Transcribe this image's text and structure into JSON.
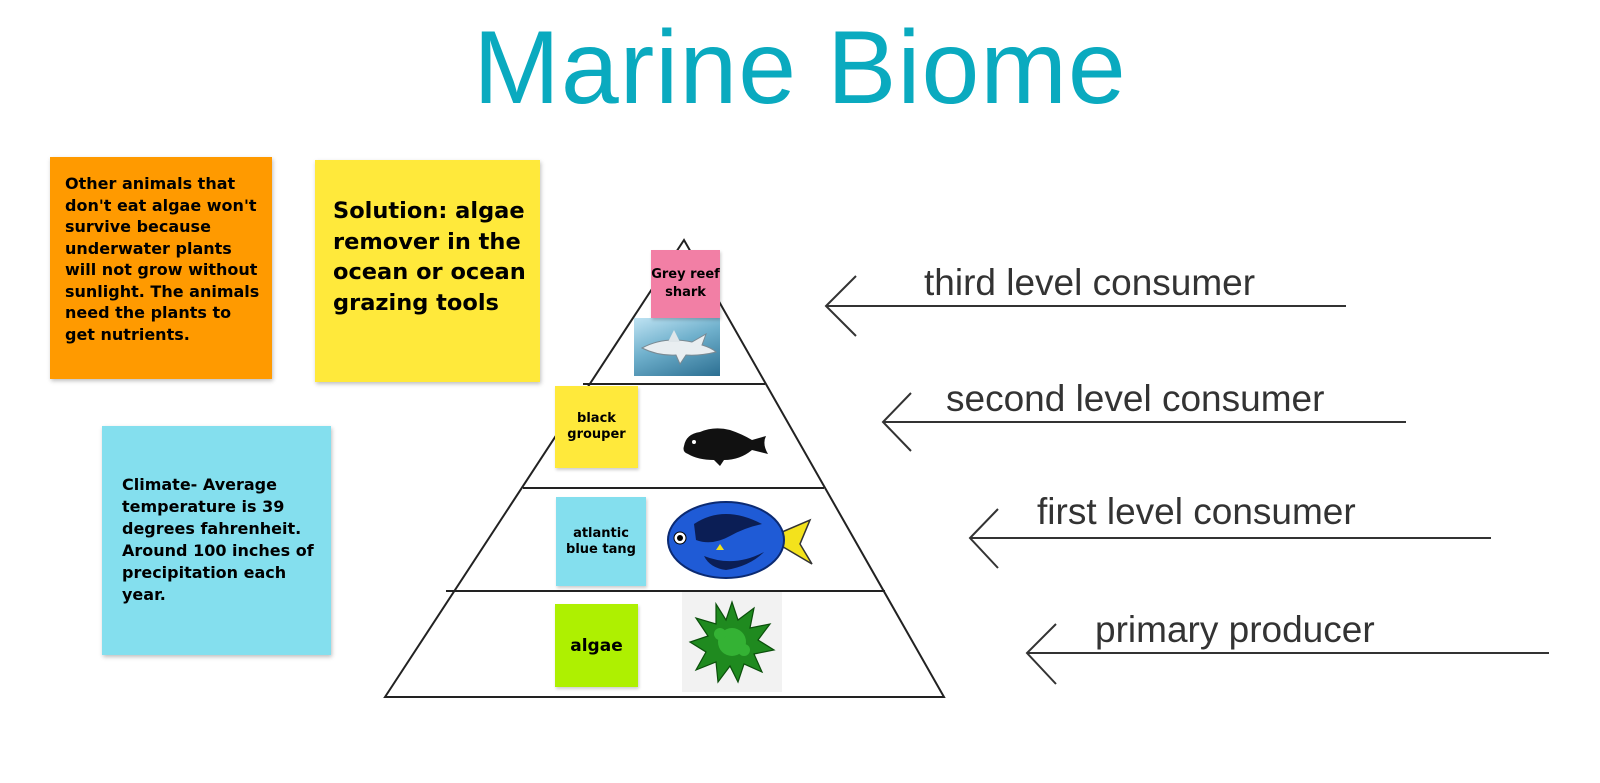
{
  "title": "Marine Biome",
  "notes": {
    "problem": "Other animals that don't eat algae won't survive because underwater plants will not grow without sunlight. The animals need the plants to get nutrients.",
    "solution": "Solution: algae remover in the ocean or ocean grazing tools",
    "climate": "Climate- Average temperature is 39 degrees fahrenheit. Around 100 inches of precipitation each year."
  },
  "pyramid": {
    "tiers": [
      {
        "organism": "Grey reef shark",
        "level": "third level consumer",
        "image": "shark-photo"
      },
      {
        "organism": "black grouper",
        "level": "second level consumer",
        "image": "fish-silhouette-icon"
      },
      {
        "organism": "atlantic blue tang",
        "level": "first level consumer",
        "image": "blue-tang-fish-icon"
      },
      {
        "organism": "algae",
        "level": "primary producer",
        "image": "algae-clump-icon"
      }
    ]
  },
  "colors": {
    "title": "#0aaabf",
    "note_orange": "#ff9a00",
    "note_yellow": "#ffe93b",
    "note_cyan": "#84dfee",
    "note_pink": "#f27fa5",
    "note_green": "#aef001"
  }
}
